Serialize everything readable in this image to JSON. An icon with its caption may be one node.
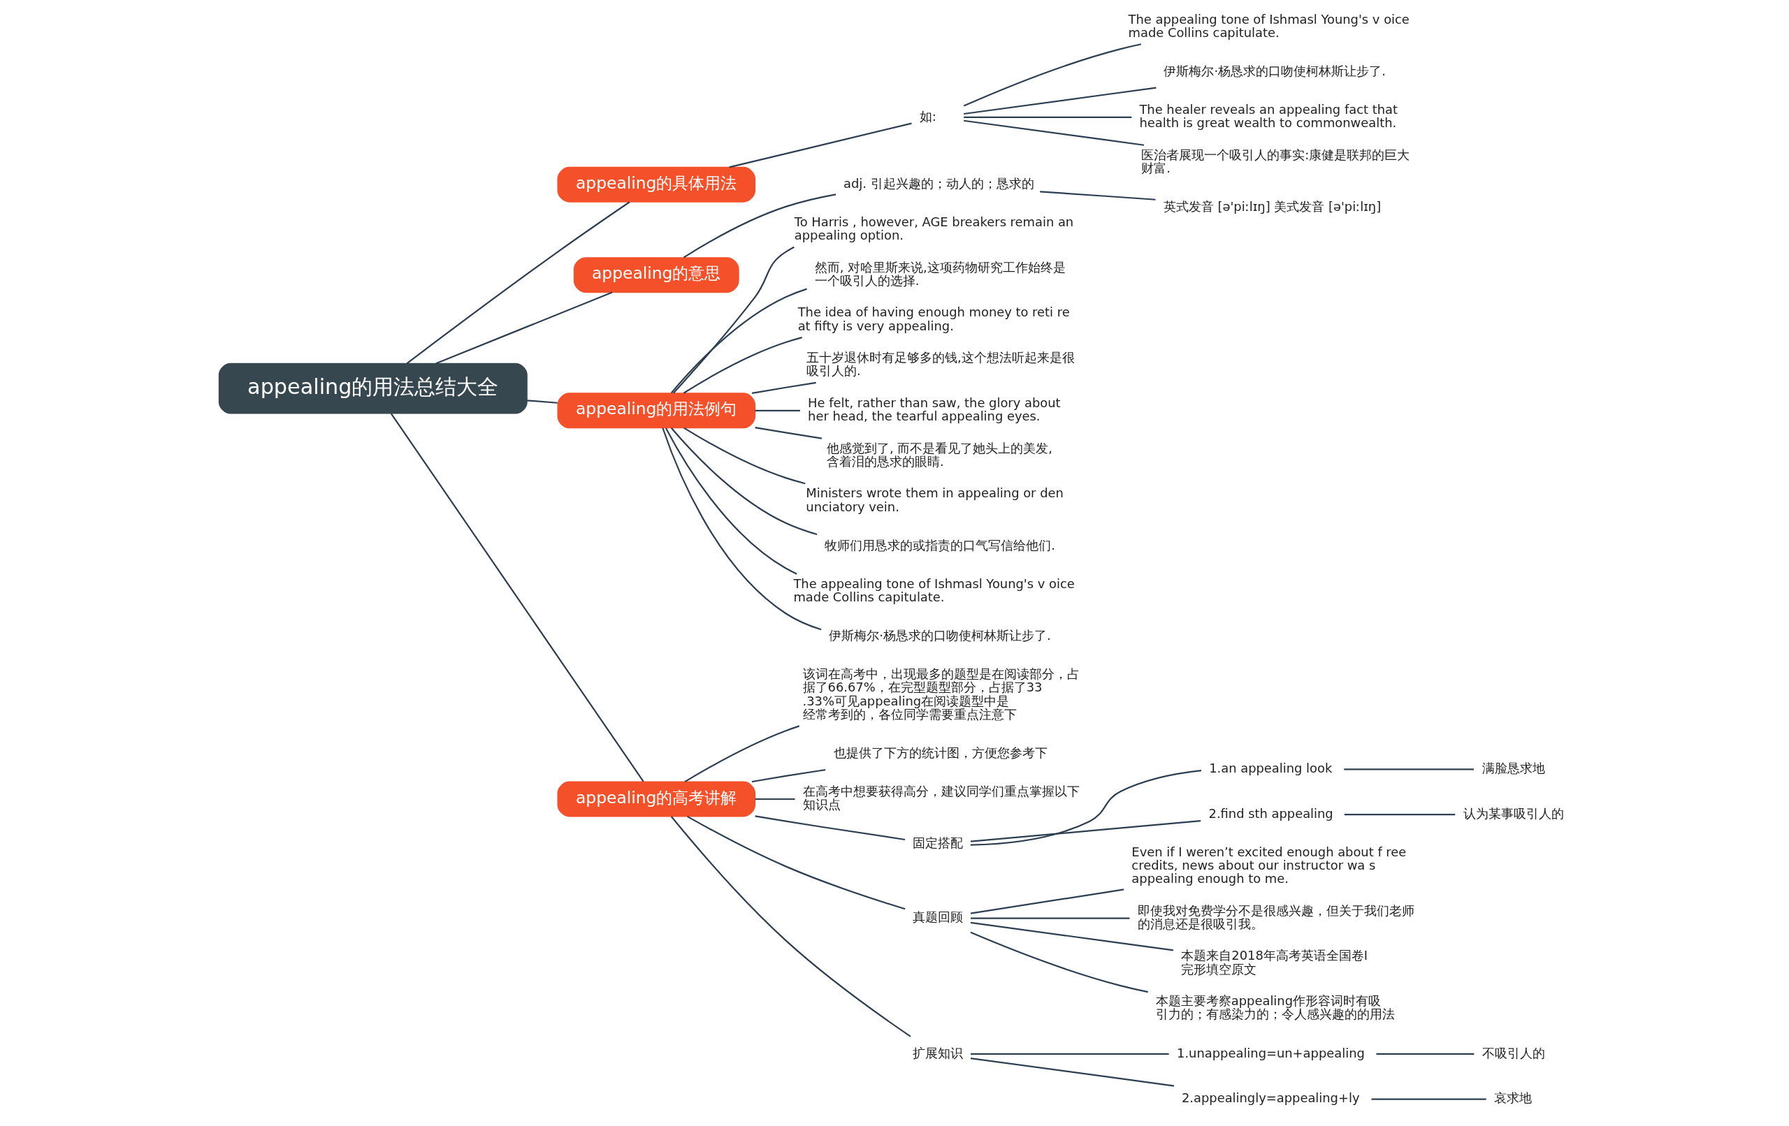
{
  "diagram": {
    "nodes": [
      {
        "text": [
          "appealing的用法总结大全"
        ]
      },
      {
        "text": [
          "appealing的具体用法"
        ]
      },
      {
        "text": [
          "如:"
        ]
      },
      {
        "text": [
          "The appealing tone of Ishmasl Young's v oice made Collins capitulate."
        ]
      },
      {
        "text": [
          "伊斯梅尔·杨恳求的口吻使柯林斯让步了."
        ]
      },
      {
        "text": [
          "The healer reveals an appealing fact that health is great wealth to commonwealth."
        ]
      },
      {
        "text": [
          "医治者展现一个吸引人的事实:康健是联邦的巨大财富."
        ]
      },
      {
        "text": [
          "appealing的意思"
        ]
      },
      {
        "text": [
          "adj. 引起兴趣的；动人的；恳求的"
        ]
      },
      {
        "text": [
          "英式发音 [ə'piːlɪŋ] 美式发音 [ə'piːlɪŋ]"
        ]
      },
      {
        "text": [
          "appealing的用法例句"
        ]
      },
      {
        "text": [
          "To Harris , however, AGE breakers remain an appealing option."
        ]
      },
      {
        "text": [
          "然而, 对哈里斯来说,这项药物研究工作始终是一个吸引人的选择."
        ]
      },
      {
        "text": [
          "The idea of having enough money to reti re at fifty is very appealing."
        ]
      },
      {
        "text": [
          "五十岁退休时有足够多的钱,这个想法听起来是很吸引人的."
        ]
      },
      {
        "text": [
          "He felt, rather than saw, the glory about her head, the tearful appealing eyes."
        ]
      },
      {
        "text": [
          "他感觉到了, 而不是看见了她头上的美发, 含着泪的恳求的眼睛."
        ]
      },
      {
        "text": [
          "Ministers wrote them in appealing or den unciatory vein."
        ]
      },
      {
        "text": [
          "牧师们用恳求的或指责的口气写信给他们."
        ]
      },
      {
        "text": [
          "The appealing tone of Ishmasl Young's v oice made Collins capitulate."
        ]
      },
      {
        "text": [
          "伊斯梅尔·杨恳求的口吻使柯林斯让步了."
        ]
      },
      {
        "text": [
          "appealing的高考讲解"
        ]
      },
      {
        "text": [
          "该词在高考中，出现最多的题型是在阅读部分，占据了66.67%，在完型题型部分，占据了33.33%可见appealing在阅读题型中是经常考到的，各位同学需要重点注意下"
        ]
      },
      {
        "text": [
          "也提供了下方的统计图，方便您参考下"
        ]
      },
      {
        "text": [
          "在高考中想要获得高分，建议同学们重点掌握以下知识点"
        ]
      },
      {
        "text": [
          "固定搭配"
        ]
      },
      {
        "text": [
          "1.an appealing look"
        ]
      },
      {
        "text": [
          "满脸恳求地"
        ]
      },
      {
        "text": [
          "2.find sth appealing"
        ]
      },
      {
        "text": [
          "认为某事吸引人的"
        ]
      },
      {
        "text": [
          "真题回顾"
        ]
      },
      {
        "text": [
          "Even if I weren’t excited enough about f ree credits, news about our instructor wa s appealing enough to me."
        ]
      },
      {
        "text": [
          "即使我对免费学分不是很感兴趣，但关于我们老师的消息还是很吸引我。"
        ]
      },
      {
        "text": [
          "本题来自2018年高考英语全国卷I 完形填空原文"
        ]
      },
      {
        "text": [
          "本题主要考察appealing作形容词时有吸引力的；有感染力的；令人感兴趣的的用法"
        ]
      },
      {
        "text": [
          "扩展知识"
        ]
      },
      {
        "text": [
          "1.unappealing=un+appealing"
        ]
      },
      {
        "text": [
          "不吸引人的"
        ]
      },
      {
        "text": [
          "2.appealingly=appealing+ly"
        ]
      },
      {
        "text": [
          "哀求地"
        ]
      }
    ],
    "edges": [
      {
        "from": 0,
        "to": 1,
        "arrow": "none"
      },
      {
        "from": 1,
        "to": 2,
        "arrow": "none"
      },
      {
        "from": 2,
        "to": 3,
        "arrow": "none"
      },
      {
        "from": 2,
        "to": 4,
        "arrow": "none"
      },
      {
        "from": 2,
        "to": 5,
        "arrow": "none"
      },
      {
        "from": 2,
        "to": 6,
        "arrow": "none"
      },
      {
        "from": 0,
        "to": 7,
        "arrow": "none"
      },
      {
        "from": 7,
        "to": 8,
        "arrow": "none"
      },
      {
        "from": 8,
        "to": 9,
        "arrow": "none"
      },
      {
        "from": 0,
        "to": 10,
        "arrow": "none"
      },
      {
        "from": 10,
        "to": 11,
        "arrow": "none"
      },
      {
        "from": 10,
        "to": 12,
        "arrow": "none"
      },
      {
        "from": 10,
        "to": 13,
        "arrow": "none"
      },
      {
        "from": 10,
        "to": 14,
        "arrow": "none"
      },
      {
        "from": 10,
        "to": 15,
        "arrow": "none"
      },
      {
        "from": 10,
        "to": 16,
        "arrow": "none"
      },
      {
        "from": 10,
        "to": 17,
        "arrow": "none"
      },
      {
        "from": 10,
        "to": 18,
        "arrow": "none"
      },
      {
        "from": 10,
        "to": 19,
        "arrow": "none"
      },
      {
        "from": 10,
        "to": 20,
        "arrow": "none"
      },
      {
        "from": 0,
        "to": 21,
        "arrow": "none"
      },
      {
        "from": 21,
        "to": 22,
        "arrow": "none"
      },
      {
        "from": 21,
        "to": 23,
        "arrow": "none"
      },
      {
        "from": 21,
        "to": 24,
        "arrow": "none"
      },
      {
        "from": 21,
        "to": 25,
        "arrow": "none"
      },
      {
        "from": 25,
        "to": 26,
        "arrow": "none"
      },
      {
        "from": 26,
        "to": 27,
        "arrow": "none"
      },
      {
        "from": 25,
        "to": 28,
        "arrow": "none"
      },
      {
        "from": 28,
        "to": 29,
        "arrow": "none"
      },
      {
        "from": 21,
        "to": 30,
        "arrow": "none"
      },
      {
        "from": 30,
        "to": 31,
        "arrow": "none"
      },
      {
        "from": 30,
        "to": 32,
        "arrow": "none"
      },
      {
        "from": 30,
        "to": 33,
        "arrow": "none"
      },
      {
        "from": 30,
        "to": 34,
        "arrow": "none"
      },
      {
        "from": 21,
        "to": 35,
        "arrow": "none"
      },
      {
        "from": 35,
        "to": 36,
        "arrow": "none"
      },
      {
        "from": 36,
        "to": 37,
        "arrow": "none"
      },
      {
        "from": 35,
        "to": 38,
        "arrow": "none"
      },
      {
        "from": 38,
        "to": 39,
        "arrow": "none"
      }
    ]
  }
}
